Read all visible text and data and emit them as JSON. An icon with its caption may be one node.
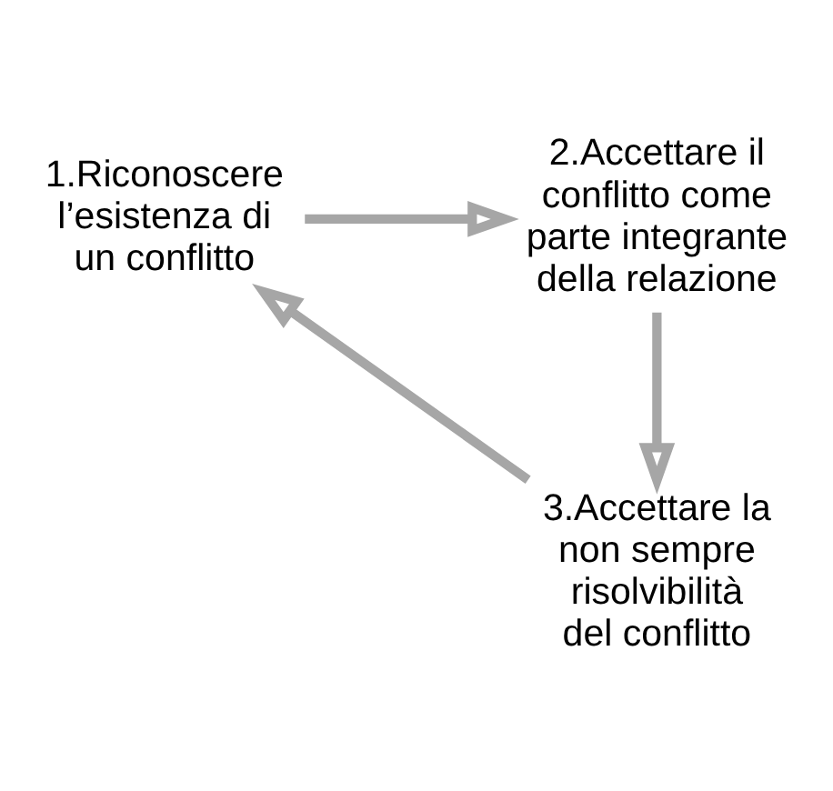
{
  "diagram": {
    "nodes": [
      {
        "text": [
          "1.Riconoscere l’esistenza di un conflitto"
        ]
      },
      {
        "text": [
          "2.Accettare il conflitto come parte integrante della relazione"
        ]
      },
      {
        "text": [
          "3.Accettare la non sempre risolvibilità del conflitto"
        ]
      }
    ],
    "edges": [
      {
        "from": 0,
        "to": 1,
        "arrow": "to"
      },
      {
        "from": 1,
        "to": 2,
        "arrow": "to"
      },
      {
        "from": 2,
        "to": 0,
        "arrow": "to"
      }
    ]
  }
}
